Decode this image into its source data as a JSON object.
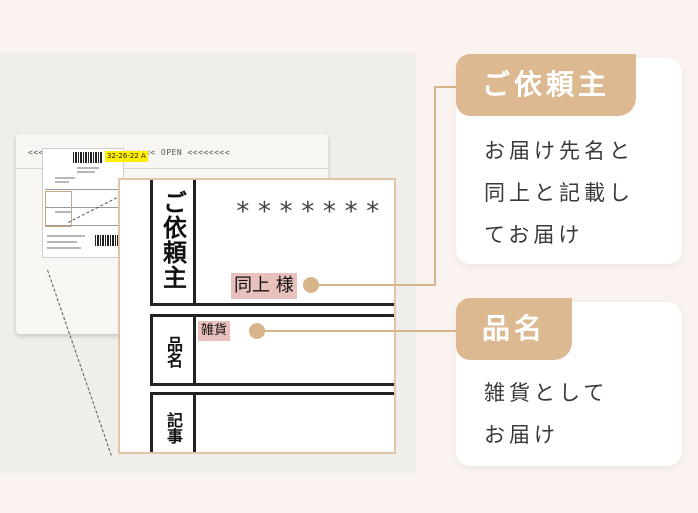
{
  "envelope": {
    "tape_text": "<<<<<<<<<<<<<<<<<<<<<<<< OPEN <<<<<<<<",
    "label_code": "32-26-22 A"
  },
  "zoom": {
    "requester_label": "ご依頼主",
    "masked_name": "*******",
    "same_as_recipient": "同上 様",
    "item_label": "品名",
    "item_value": "雑貨",
    "notes_label": "記事"
  },
  "cards": {
    "requester": {
      "title": "ご依頼主",
      "lines": [
        "お届け先名と",
        "同上と記載し",
        "てお届け"
      ]
    },
    "item": {
      "title": "品名",
      "lines": [
        "雑貨として",
        "お届け"
      ]
    }
  },
  "colors": {
    "accent": "#dcb990",
    "highlight": "#e8c1bd",
    "background": "#fbf3ef"
  }
}
